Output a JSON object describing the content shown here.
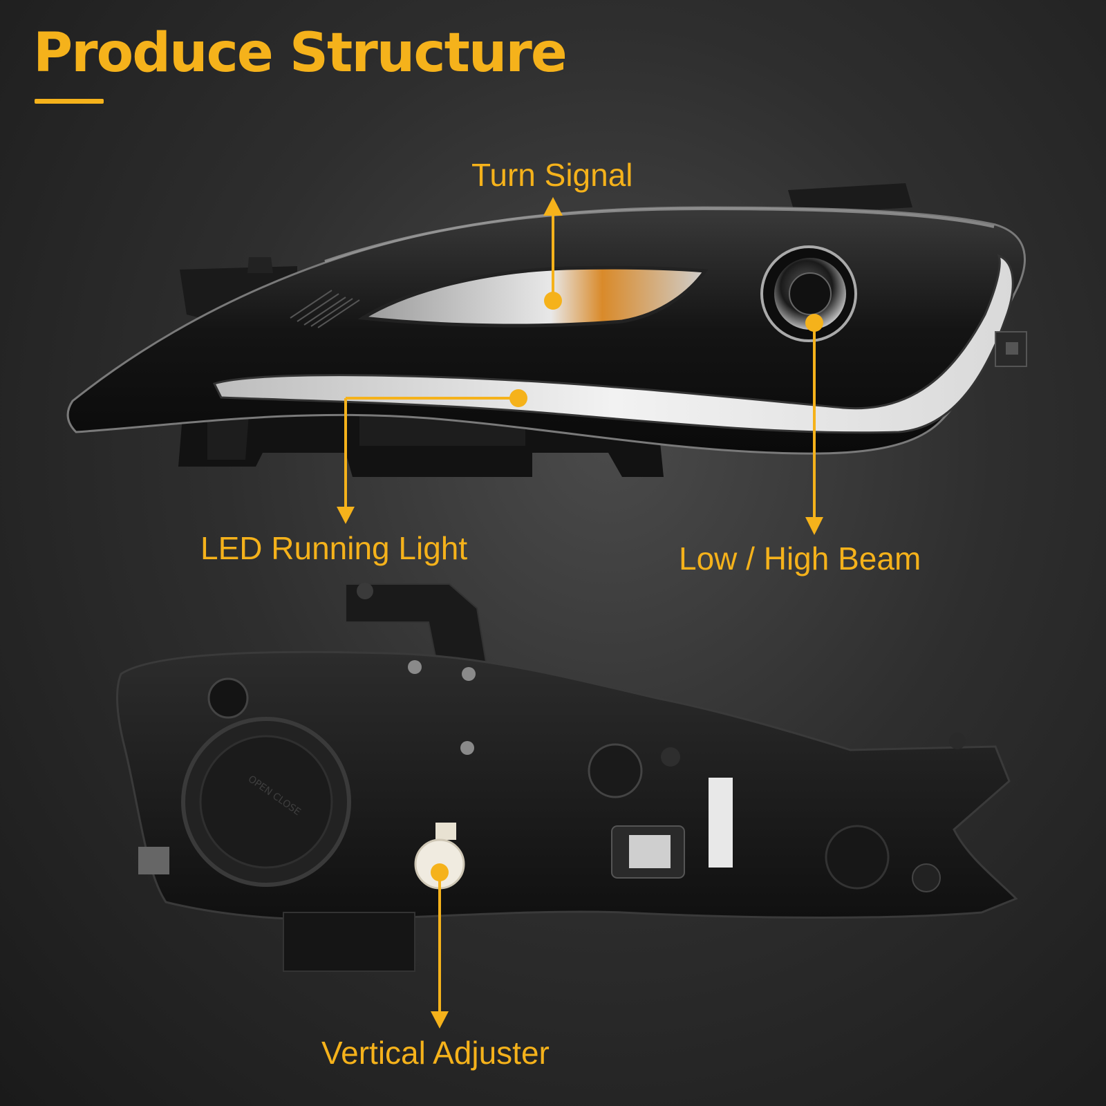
{
  "header": {
    "title": "Produce Structure"
  },
  "callouts": {
    "turn_signal": "Turn Signal",
    "led_running_light": "LED Running Light",
    "low_high_beam": "Low / High Beam",
    "vertical_adjuster": "Vertical Adjuster"
  },
  "colors": {
    "accent": "#f5b21b",
    "background": "#2e2e2e"
  }
}
